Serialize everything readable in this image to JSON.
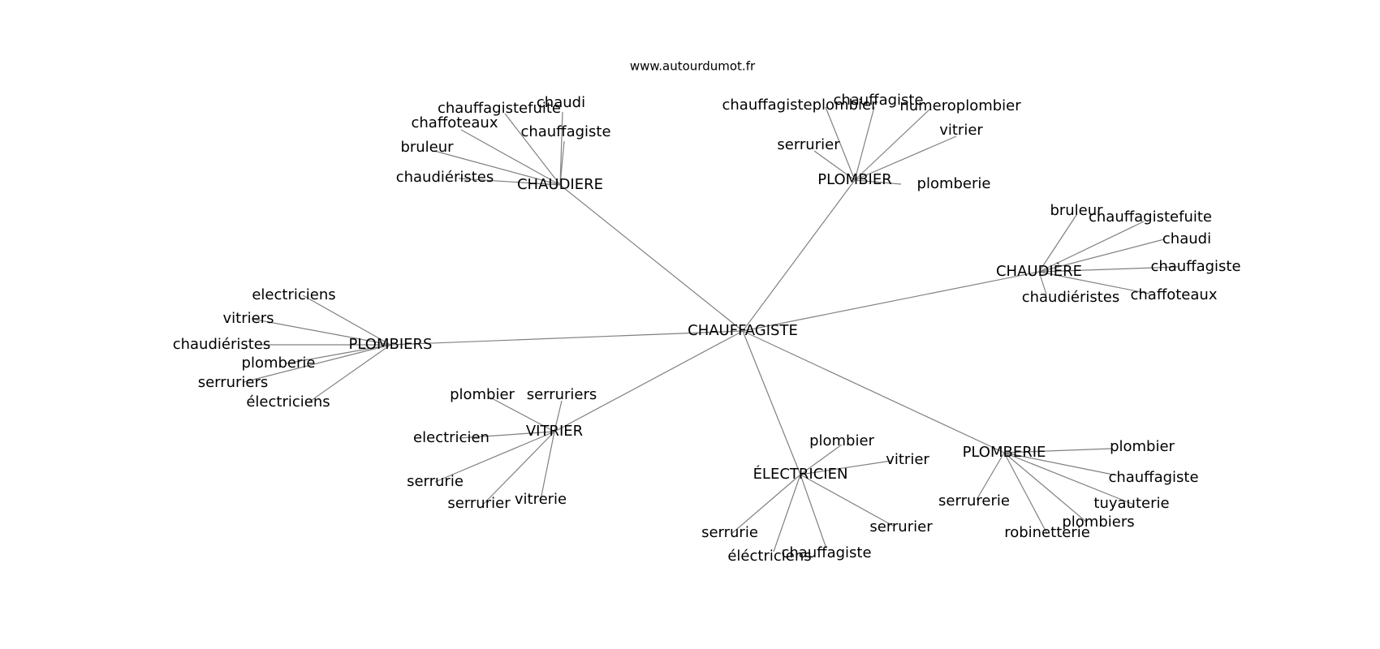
{
  "graph": {
    "site": "www.autourdumot.fr",
    "root": "CHAUFFAGISTE",
    "clusters": [
      {
        "label": "CHAUDIERE",
        "children": [
          "chaudi",
          "chauffagistefuite",
          "chaffoteaux",
          "chauffagiste",
          "bruleur",
          "chaudiéristes"
        ]
      },
      {
        "label": "PLOMBIER",
        "children": [
          "chauffagiste",
          "chauffagisteplombier",
          "numeroplombier",
          "vitrier",
          "serrurier",
          "plomberie"
        ]
      },
      {
        "label": "CHAUDIÈRE",
        "children": [
          "bruleur",
          "chauffagistefuite",
          "chaudi",
          "chauffagiste",
          "chaudiéristes",
          "chaffoteaux"
        ]
      },
      {
        "label": "PLOMBIERS",
        "children": [
          "electriciens",
          "vitriers",
          "chaudiéristes",
          "plomberie",
          "serruriers",
          "électriciens"
        ]
      },
      {
        "label": "VITRIER",
        "children": [
          "plombier",
          "serruriers",
          "electricien",
          "serrurie",
          "serrurier",
          "vitrerie"
        ]
      },
      {
        "label": "ÉLECTRICIEN",
        "children": [
          "plombier",
          "vitrier",
          "serrurier",
          "serrurie",
          "éléctriciens",
          "chauffagiste"
        ]
      },
      {
        "label": "PLOMBERIE",
        "children": [
          "plombier",
          "chauffagiste",
          "tuyauterie",
          "plombiers",
          "robinetterie",
          "serrurerie"
        ]
      }
    ]
  }
}
